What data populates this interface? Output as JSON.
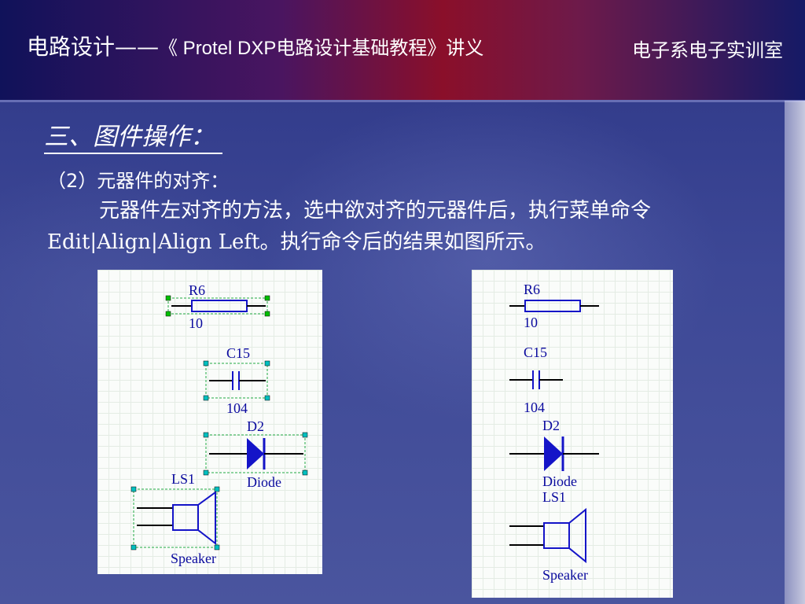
{
  "header": {
    "course_title": "电路设计——",
    "course_subtitle": "《 Protel DXP电路设计基础教程》讲义",
    "department": "电子系电子实训室"
  },
  "content": {
    "section_heading": "三、图件操作：",
    "subheading": "（2）元器件的对齐：",
    "paragraph": "元器件左对齐的方法，选中欲对齐的元器件后，执行菜单命令Edit|Align|Align Left。执行命令后的结果如图所示。"
  },
  "diagram_before": {
    "resistor": {
      "designator": "R6",
      "value": "10"
    },
    "capacitor": {
      "designator": "C15",
      "value": "104"
    },
    "diode": {
      "designator": "D2",
      "value": "Diode"
    },
    "speaker": {
      "designator": "LS1",
      "value": "Speaker"
    }
  },
  "diagram_after": {
    "resistor": {
      "designator": "R6",
      "value": "10"
    },
    "capacitor": {
      "designator": "C15",
      "value": "104"
    },
    "diode": {
      "designator": "D2",
      "value": "Diode"
    },
    "speaker": {
      "designator": "LS1",
      "value": "Speaker"
    }
  },
  "colors": {
    "component_stroke": "#1414c8",
    "lead": "#000000",
    "label": "#0a0a9e",
    "selection_box": "#22aa44",
    "handle_fill": "#00c0c0"
  }
}
